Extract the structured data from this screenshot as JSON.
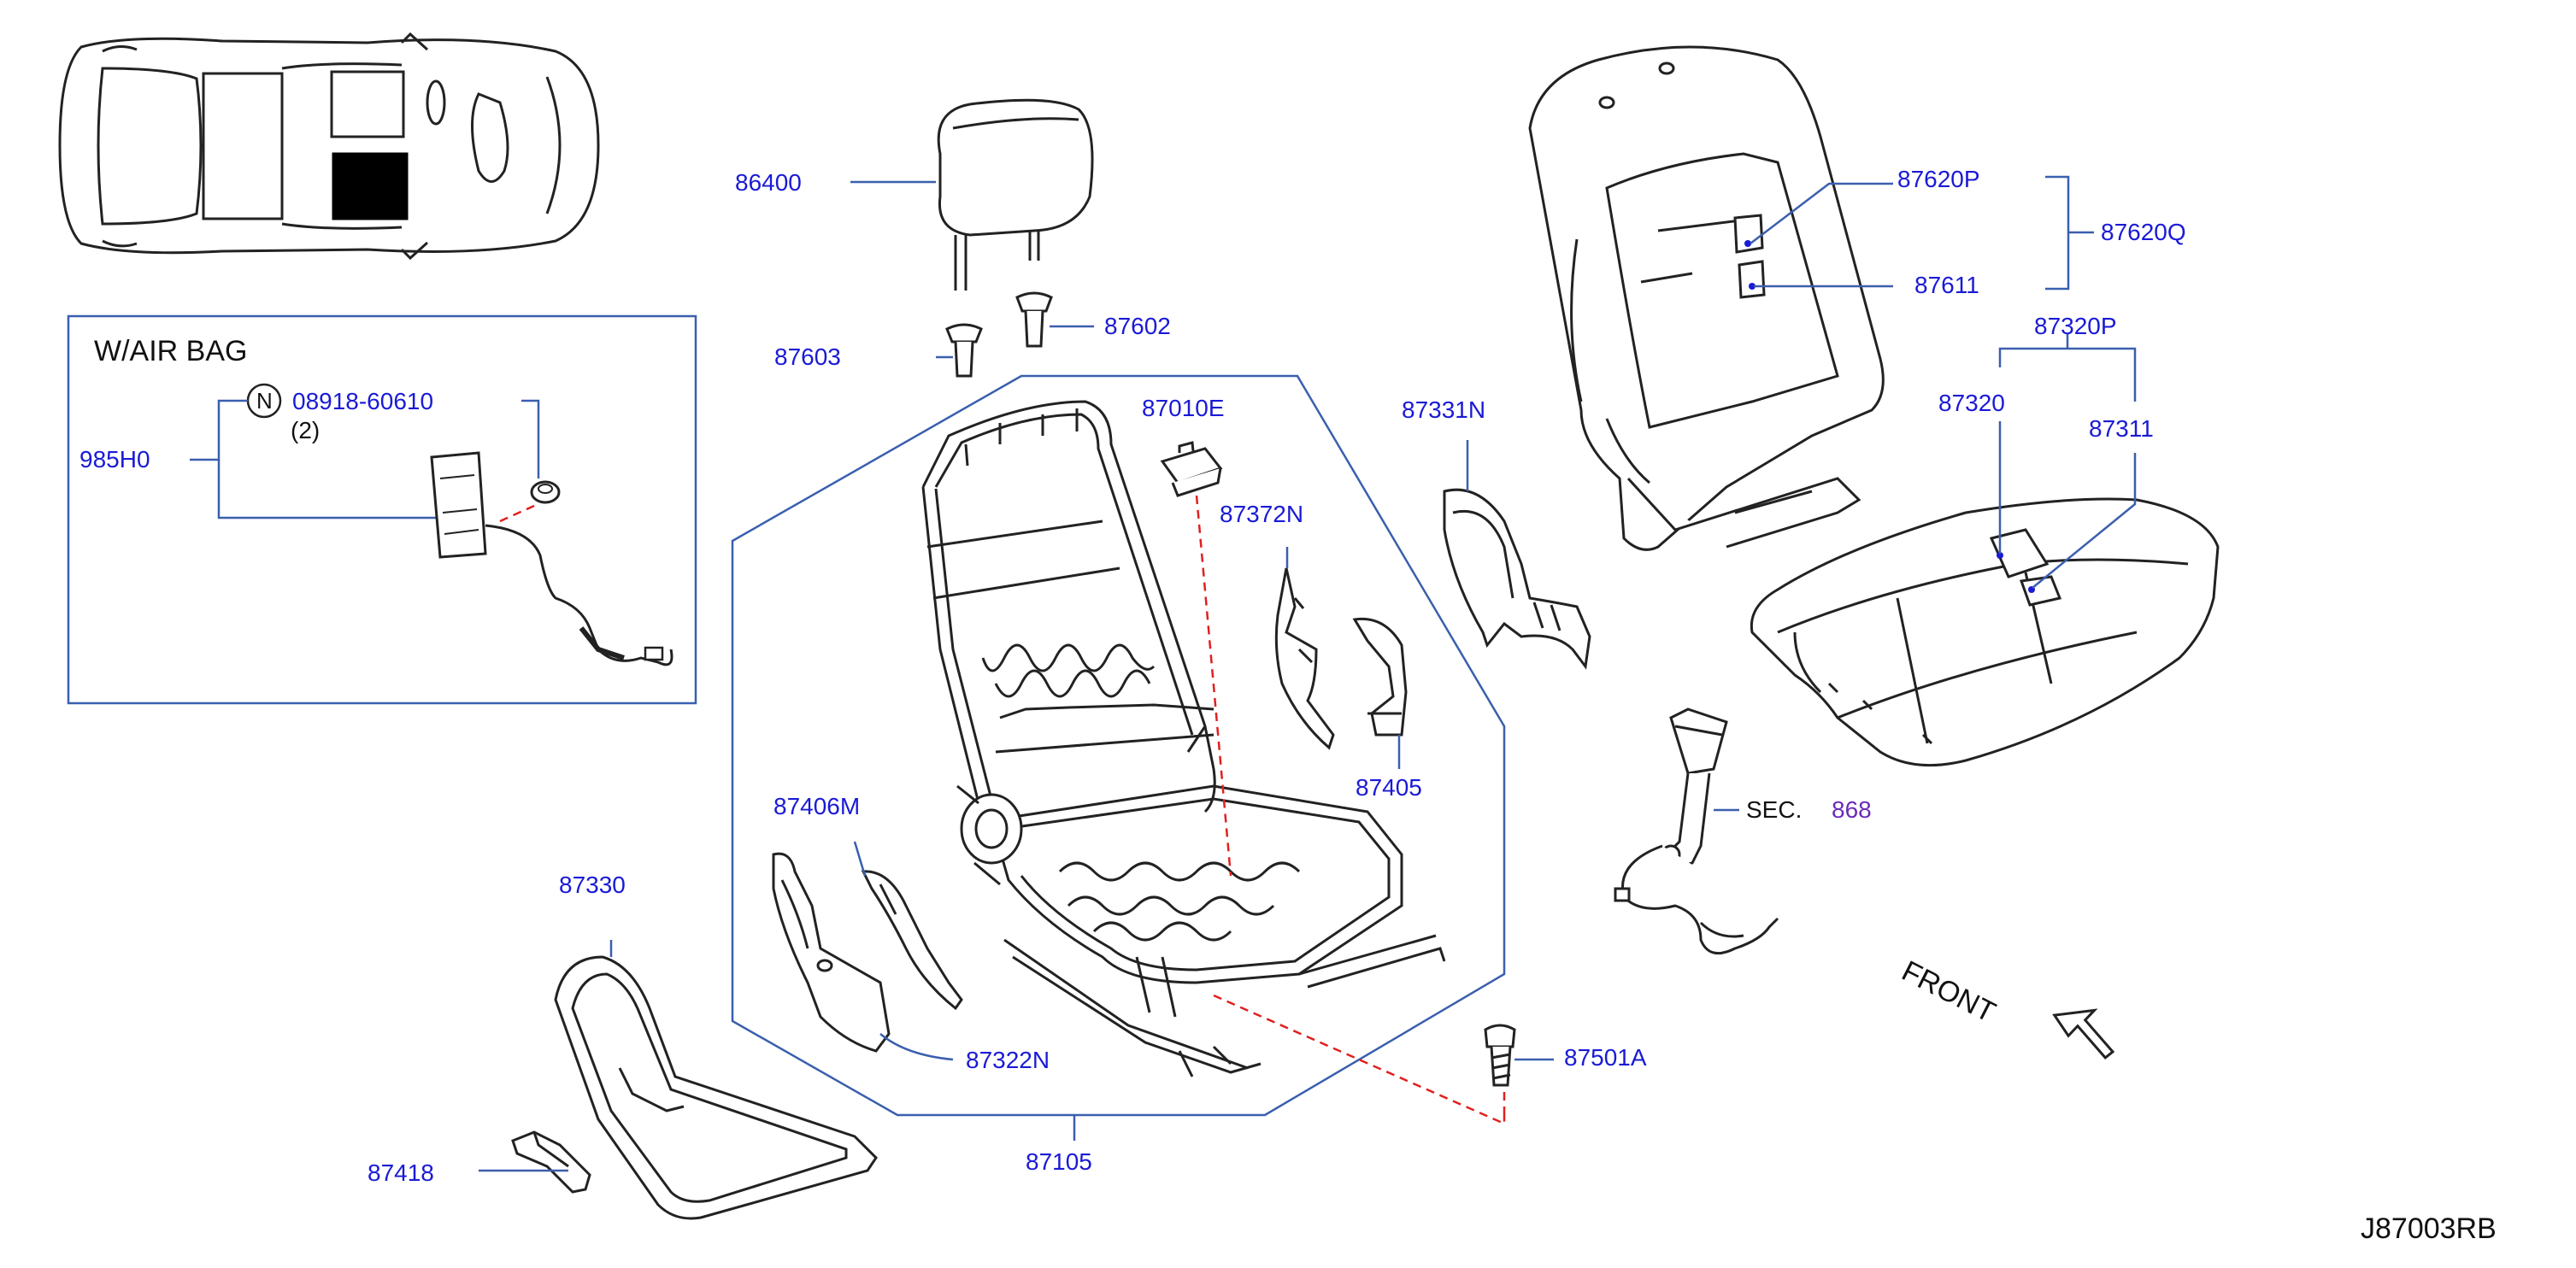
{
  "diagram_code": "J87003RB",
  "inset_title": "W/AIR   BAG",
  "inset_parts": {
    "n_symbol": "N",
    "n_part": "08918-60610",
    "qty": "(2)",
    "airbag_unit": "985H0"
  },
  "parts": {
    "p86400": "86400",
    "p87603": "87603",
    "p87602": "87602",
    "p87010e": "87010E",
    "p87372n": "87372N",
    "p87331n": "87331N",
    "p87620p": "87620P",
    "p87620q": "87620Q",
    "p87611": "87611",
    "p87320p": "87320P",
    "p87320": "87320",
    "p87311": "87311",
    "p87405": "87405",
    "p87406m": "87406M",
    "p87330": "87330",
    "p87322n": "87322N",
    "p87418": "87418",
    "p87105": "87105",
    "p87501a": "87501A"
  },
  "sec_ref": {
    "prefix": "SEC.",
    "number": "868"
  },
  "front_label": "FRONT",
  "colors": {
    "label_blue": "#1a1ad6",
    "leader_blue": "#3a5fae",
    "dash_red": "#e02020",
    "sec_purple": "#6a2bb8",
    "ink": "#222222"
  }
}
